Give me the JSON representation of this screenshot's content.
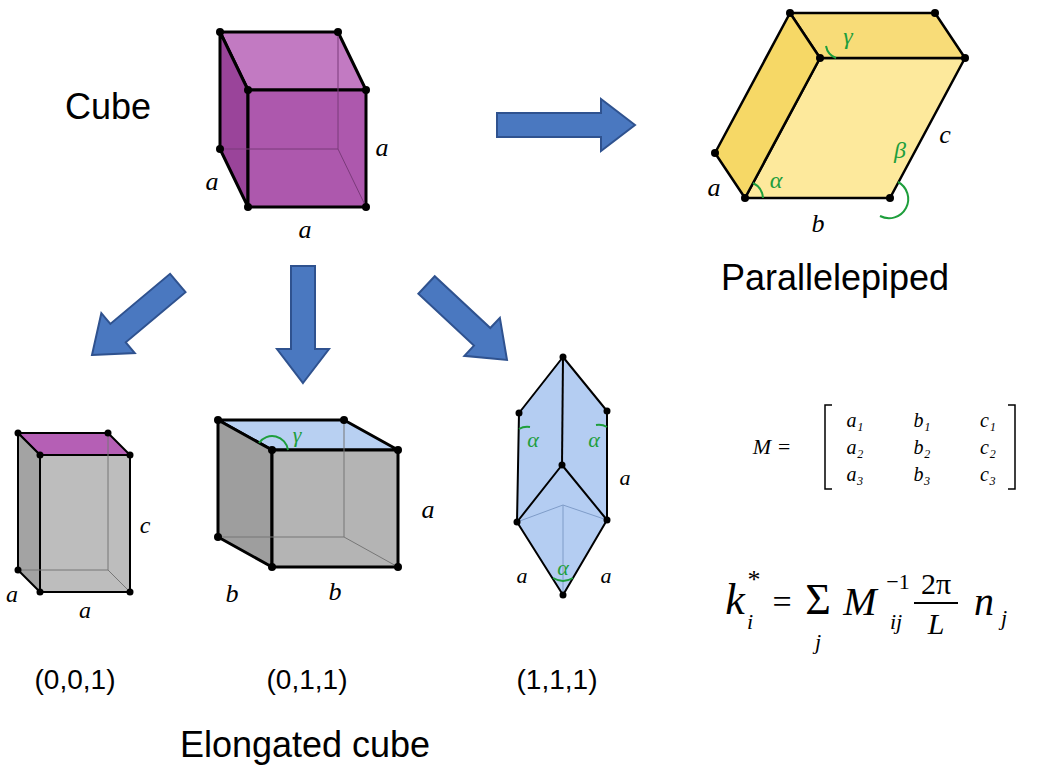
{
  "diagram": {
    "labels": [
      "Cube",
      "a",
      "a",
      "a",
      "γ",
      "β",
      "c",
      "a",
      "α",
      "b",
      "Parallelepiped",
      "c",
      "a",
      "a",
      "(0,0,1)",
      "γ",
      "a",
      "b",
      "b",
      "(0,1,1)",
      "α",
      "α",
      "a",
      "α",
      "a",
      "a",
      "(1,1,1)",
      "Elongated cube",
      "M =",
      "a₁",
      "b₁",
      "c₁",
      "a₂",
      "b₂",
      "c₂",
      "a₃",
      "b₃",
      "c₃",
      "k",
      "*",
      "i",
      "=",
      "Σ",
      "j",
      "M",
      "−1",
      "ij",
      "2π",
      "L",
      "n",
      "j"
    ]
  }
}
